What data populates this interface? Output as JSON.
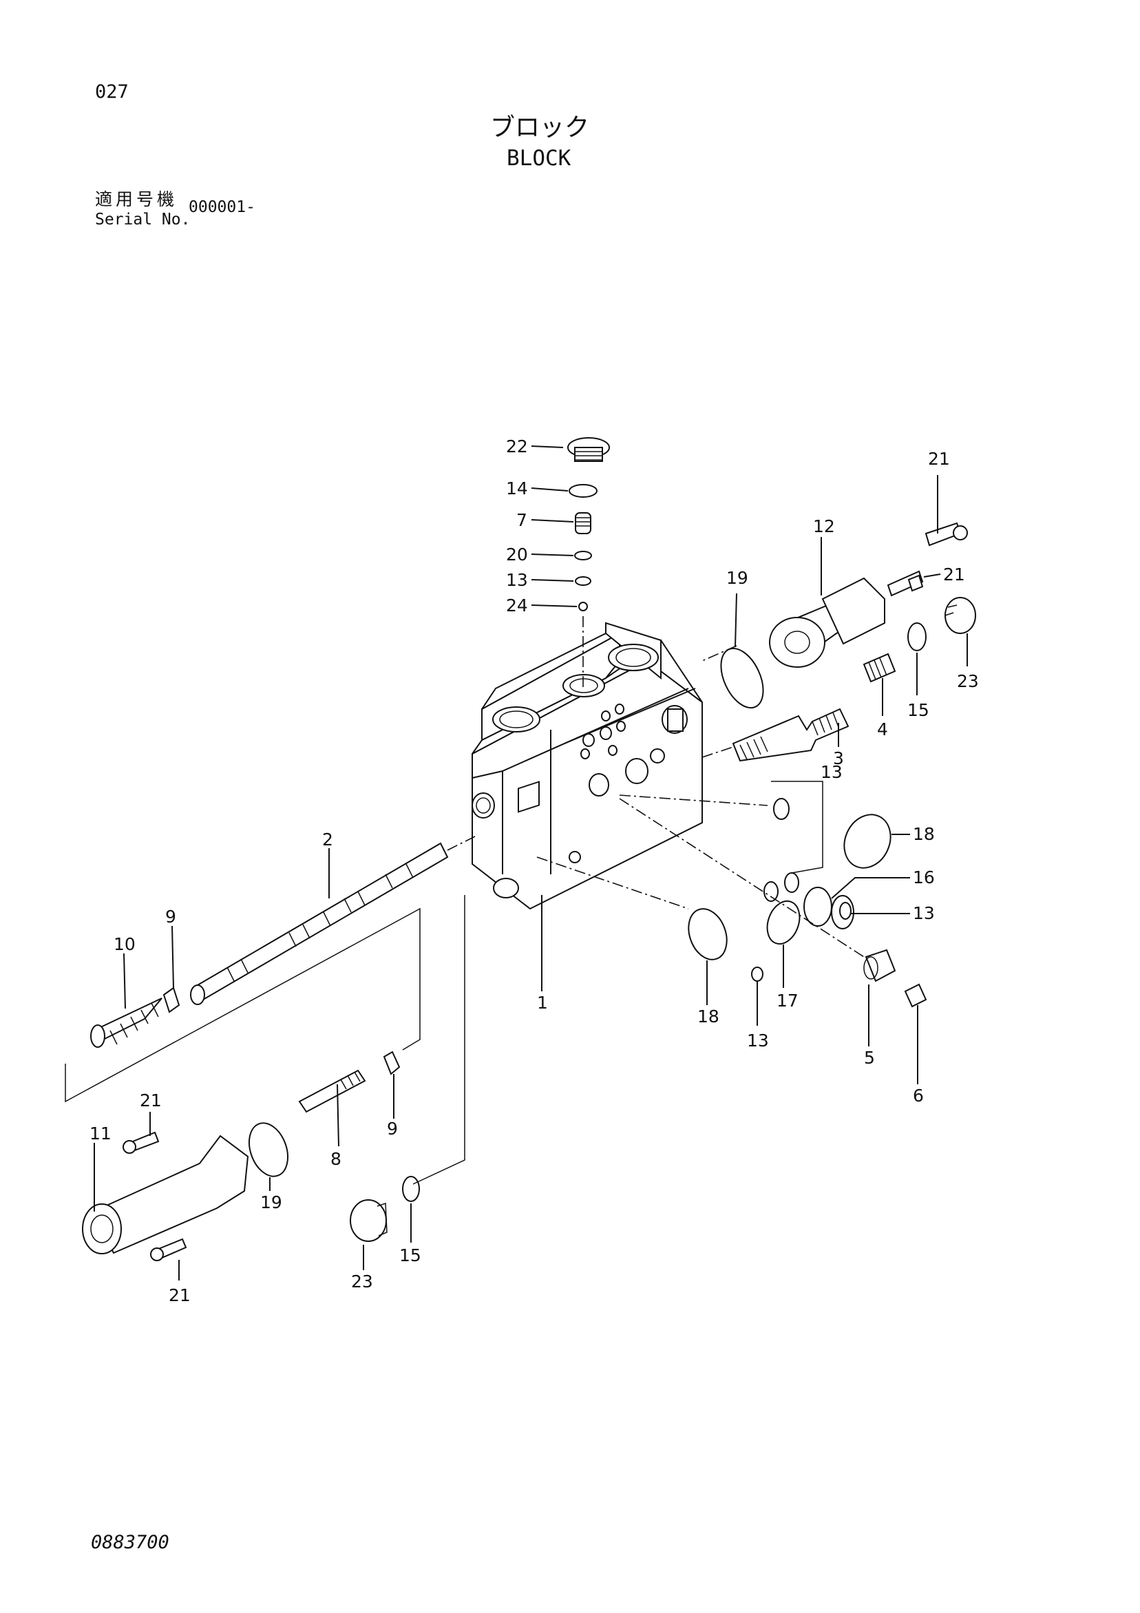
{
  "header": {
    "page_code": "027",
    "title_jp": "ブロック",
    "title_en": "BLOCK",
    "serial_label_jp": "適用号機",
    "serial_label_en": "Serial No.",
    "serial_value": "000001-"
  },
  "callouts": {
    "c1": "1",
    "c2": "2",
    "c3": "3",
    "c4": "4",
    "c5": "5",
    "c6": "6",
    "c7": "7",
    "c8": "8",
    "c9a": "9",
    "c9b": "9",
    "c10": "10",
    "c11": "11",
    "c12": "12",
    "c13a": "13",
    "c13b": "13",
    "c13c": "13",
    "c13d": "13",
    "c14": "14",
    "c15a": "15",
    "c15b": "15",
    "c16": "16",
    "c17": "17",
    "c18a": "18",
    "c18b": "18",
    "c19a": "19",
    "c19b": "19",
    "c20": "20",
    "c21a": "21",
    "c21b": "21",
    "c21c": "21",
    "c21d": "21",
    "c22": "22",
    "c23a": "23",
    "c23b": "23",
    "c24": "24"
  },
  "footer": {
    "doc_code": "0883700"
  }
}
